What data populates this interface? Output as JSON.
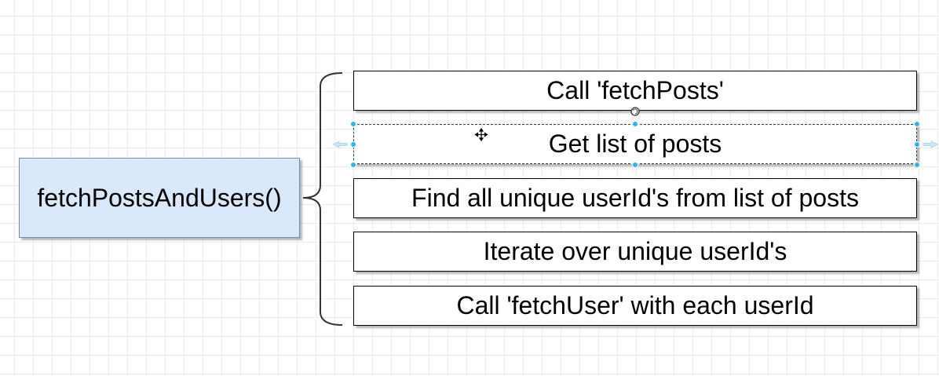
{
  "main_node": {
    "label": "fetchPostsAndUsers()"
  },
  "steps": [
    {
      "label": "Call 'fetchPosts'",
      "selected": false
    },
    {
      "label": "Get list of posts",
      "selected": true
    },
    {
      "label": "Find all unique userId's from list of posts",
      "selected": false
    },
    {
      "label": "Iterate over unique userId's",
      "selected": false
    },
    {
      "label": "Call 'fetchUser' with each userId",
      "selected": false
    }
  ],
  "colors": {
    "main_fill": "#dae8fc",
    "main_stroke": "#6c8ebf",
    "handle": "#29b6f2",
    "grid": "#ededed"
  }
}
